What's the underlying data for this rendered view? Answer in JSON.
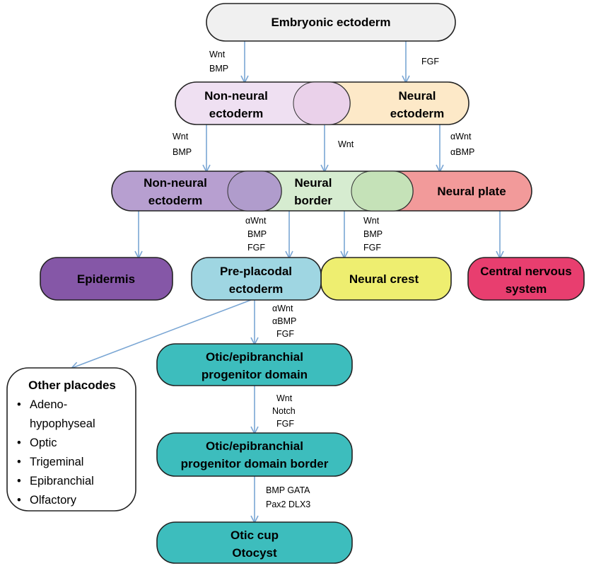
{
  "colors": {
    "embryonic": "#f0f0f0",
    "non_neural_1": "#efe0f2",
    "overlap_1": "#ead1ea",
    "neural_ecto": "#fde9c8",
    "non_neural_2": "#b79fd0",
    "overlap_2": "#b09ccc",
    "neural_border": "#d6ecd0",
    "overlap_3": "#c5e2b8",
    "neural_plate": "#f29a9a",
    "epidermis": "#8557a7",
    "pre_placodal": "#9fd6e2",
    "neural_crest": "#eeee70",
    "cns": "#e83e6f",
    "otic": "#3dbdbd",
    "arrow": "#7aa6d4",
    "outline": "#222222"
  },
  "nodes": {
    "embryonic": "Embryonic ectoderm",
    "non_neural_1": [
      "Non-neural",
      "ectoderm"
    ],
    "neural_ecto": [
      "Neural",
      "ectoderm"
    ],
    "non_neural_2": [
      "Non-neural",
      "ectoderm"
    ],
    "neural_border": [
      "Neural",
      "border"
    ],
    "neural_plate": "Neural plate",
    "epidermis": "Epidermis",
    "pre_placodal": [
      "Pre-placodal",
      "ectoderm"
    ],
    "neural_crest": "Neural crest",
    "cns": [
      "Central nervous",
      "system"
    ],
    "otic_domain": [
      "Otic/epibranchial",
      "progenitor domain"
    ],
    "otic_border": [
      "Otic/epibranchial",
      "progenitor domain border"
    ],
    "otic_cup": [
      "Otic cup",
      "Otocyst"
    ]
  },
  "signals": {
    "s1": [
      "Wnt",
      "BMP"
    ],
    "s2": [
      "FGF"
    ],
    "s3": [
      "Wnt",
      "BMP"
    ],
    "s4": [
      "Wnt"
    ],
    "s5": [
      "αWnt",
      "αBMP"
    ],
    "s6": [
      "αWnt",
      "BMP",
      "FGF"
    ],
    "s7": [
      "Wnt",
      "BMP",
      "FGF"
    ],
    "s8": [
      "αWnt",
      "αBMP",
      "FGF"
    ],
    "s9": [
      "Wnt",
      "Notch",
      "FGF"
    ],
    "s10": [
      "BMP GATA",
      "Pax2 DLX3"
    ]
  },
  "other_placodes": {
    "title": "Other placodes",
    "items": [
      "Adeno-",
      "hypophyseal",
      "Optic",
      "Trigeminal",
      "Epibranchial",
      "Olfactory"
    ],
    "bullet": "•"
  }
}
